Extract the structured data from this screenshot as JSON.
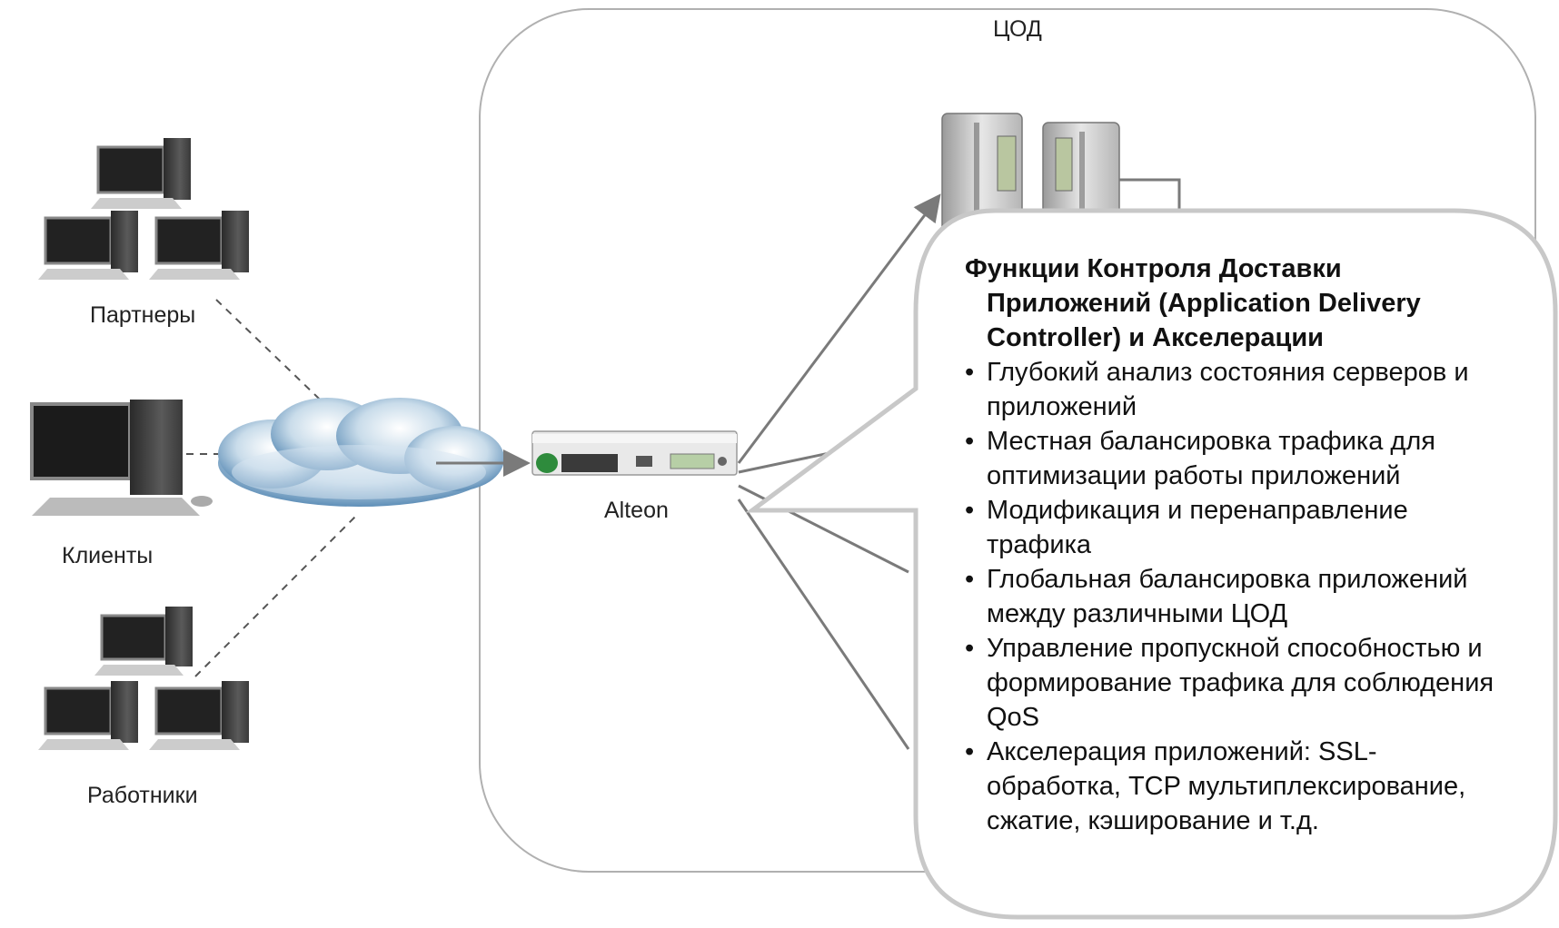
{
  "datacenter_label": "ЦОД",
  "groups": {
    "partners": "Партнеры",
    "clients": "Клиенты",
    "employees": "Работники"
  },
  "device_label": "Alteon",
  "callout": {
    "title": "Функции Контроля Доставки Приложений (Application Delivery Controller) и Акселерации",
    "items": [
      "Глубокий анализ состояния серверов и приложений",
      "Местная балансировка трафика для оптимизации работы приложений",
      "Модификация и перенаправление трафика",
      "Глобальная балансировка приложений между различными ЦОД",
      "Управление пропускной способностью и формирование трафика для соблюдения QoS",
      "Акселерация приложений: SSL-обработка, TCP мультиплексирование, сжатие, кэширование и т.д."
    ]
  },
  "colors": {
    "connector": "#7a7a7a",
    "cloud": "#7fa6c8",
    "device_accent": "#2e8b3c"
  }
}
